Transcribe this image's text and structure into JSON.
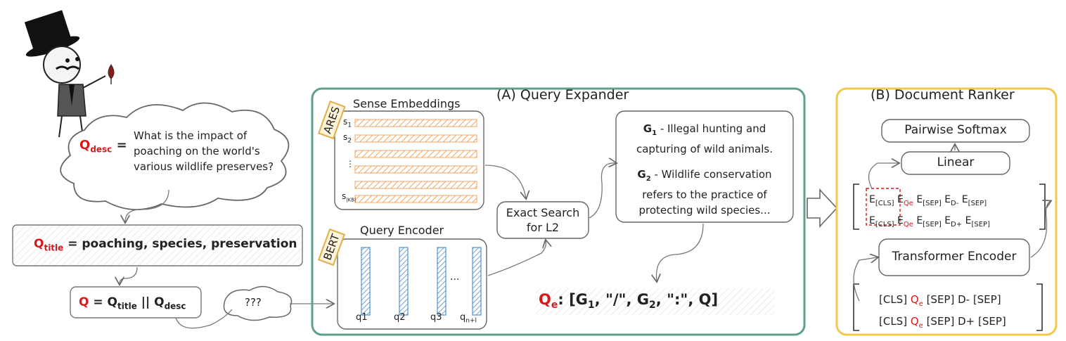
{
  "colors": {
    "accent_red": "#d7191c",
    "panel_a_border": "#5fa08a",
    "panel_b_border": "#f2c84b",
    "ares_stripe": "#f4a460",
    "bert_bar": "#4f8fcf"
  },
  "icons": {
    "character": "top-hat-gentleman-icon",
    "arrow_big": "hollow-right-arrow-icon"
  },
  "left": {
    "qdesc_label": "Q",
    "qdesc_sub": "desc",
    "qdesc_eq": "=",
    "qdesc_text": [
      "What is the impact of",
      "poaching on the world's",
      "various wildlife preserves?"
    ],
    "qtitle_label": "Q",
    "qtitle_sub": "title",
    "qtitle_text": "= poaching, species, preservation",
    "q_label": "Q",
    "q_eq": "= Q",
    "q_title_sub": "title",
    "q_sep": " || Q",
    "q_desc_sub": "desc",
    "bubble_text": "???"
  },
  "panel_a": {
    "title": "(A) Query Expander",
    "ares_tag": "ARES",
    "sense_title": "Sense Embeddings",
    "sense_rows": [
      "s",
      "s",
      "⋮",
      "s"
    ],
    "sense_subs": [
      "1",
      "2",
      "",
      "|KB|"
    ],
    "bert_tag": "BERT",
    "encoder_title": "Query Encoder",
    "encoder_labels": [
      "q1",
      "q2",
      "q3",
      "q"
    ],
    "encoder_last_sub": "n+l",
    "encoder_dots": "...",
    "search_line1": "Exact Search",
    "search_line2": "for L2",
    "gloss1_label": "G",
    "gloss1_sub": "1",
    "gloss1_line1": " - Illegal hunting and",
    "gloss1_line2": "capturing of wild animals.",
    "gloss2_label": "G",
    "gloss2_sub": "2",
    "gloss2_line1": " - Wildlife conservation",
    "gloss2_line2": "refers to the practice of",
    "gloss2_line3": "protecting wild species...",
    "qe_label": "Q",
    "qe_sub": "e",
    "qe_text1": ": [G",
    "qe_sub1": "1",
    "qe_text2": ", \"/\", G",
    "qe_sub2": "2",
    "qe_text3": ", \":\", Q]"
  },
  "panel_b": {
    "title": "(B) Document Ranker",
    "softmax": "Pairwise Softmax",
    "linear": "Linear",
    "transformer": "Transformer Encoder",
    "emb_row1": {
      "e1": "E",
      "s1": "[CLS]",
      "e2": "E",
      "s2": "Qe",
      "e3": "E",
      "s3": "[SEP]",
      "e4": "E",
      "s4": "D-",
      "e5": "E",
      "s5": "[SEP]"
    },
    "emb_row2": {
      "e1": "E",
      "s1": "[CLS]",
      "e2": "E",
      "s2": "Qe",
      "e3": "E",
      "s3": "[SEP]",
      "e4": "E",
      "s4": "D+",
      "e5": "E",
      "s5": "[SEP]"
    },
    "in_row1": {
      "a": "[CLS] ",
      "q": "Q",
      "qs": "e",
      "b": " [SEP] D- [SEP]"
    },
    "in_row2": {
      "a": "[CLS] ",
      "q": "Q",
      "qs": "e",
      "b": " [SEP] D+ [SEP]"
    }
  }
}
